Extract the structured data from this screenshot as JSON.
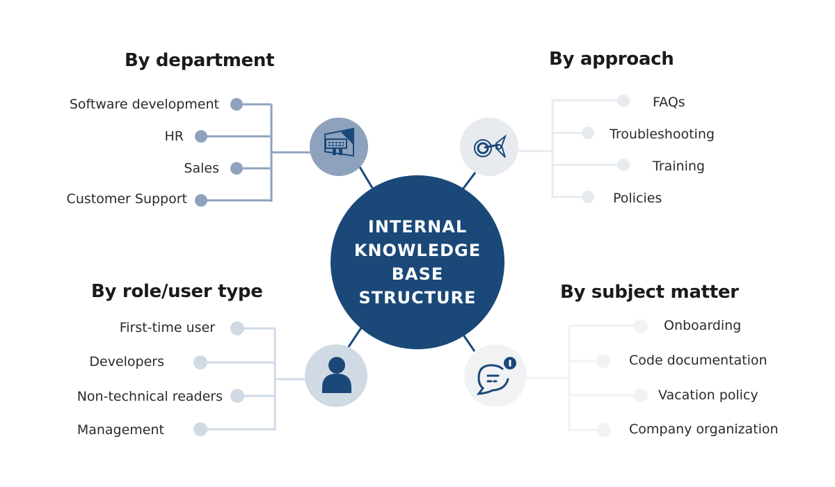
{
  "center": {
    "lines": [
      "INTERNAL",
      "KNOWLEDGE",
      "BASE",
      "STRUCTURE"
    ]
  },
  "colors": {
    "center": "#1a4878",
    "department": "#8ea2bd",
    "role": "#d0dae5",
    "approach": "#e7ebf0",
    "subject": "#f1f2f4",
    "icon": "#1a4878"
  },
  "branches": {
    "department": {
      "title": "By department",
      "icon": "presentation-board-icon",
      "items": [
        "Software development",
        "HR",
        "Sales",
        "Customer Support"
      ]
    },
    "approach": {
      "title": "By approach",
      "icon": "target-arrow-icon",
      "items": [
        "FAQs",
        "Troubleshooting",
        "Training",
        "Policies"
      ]
    },
    "role": {
      "title": "By role/user type",
      "icon": "user-icon",
      "items": [
        "First-time user",
        "Developers",
        "Non-technical readers",
        "Management"
      ]
    },
    "subject": {
      "title": "By subject matter",
      "icon": "chat-bubble-info-icon",
      "items": [
        "Onboarding",
        "Code documentation",
        "Vacation policy",
        "Company organization"
      ]
    }
  }
}
